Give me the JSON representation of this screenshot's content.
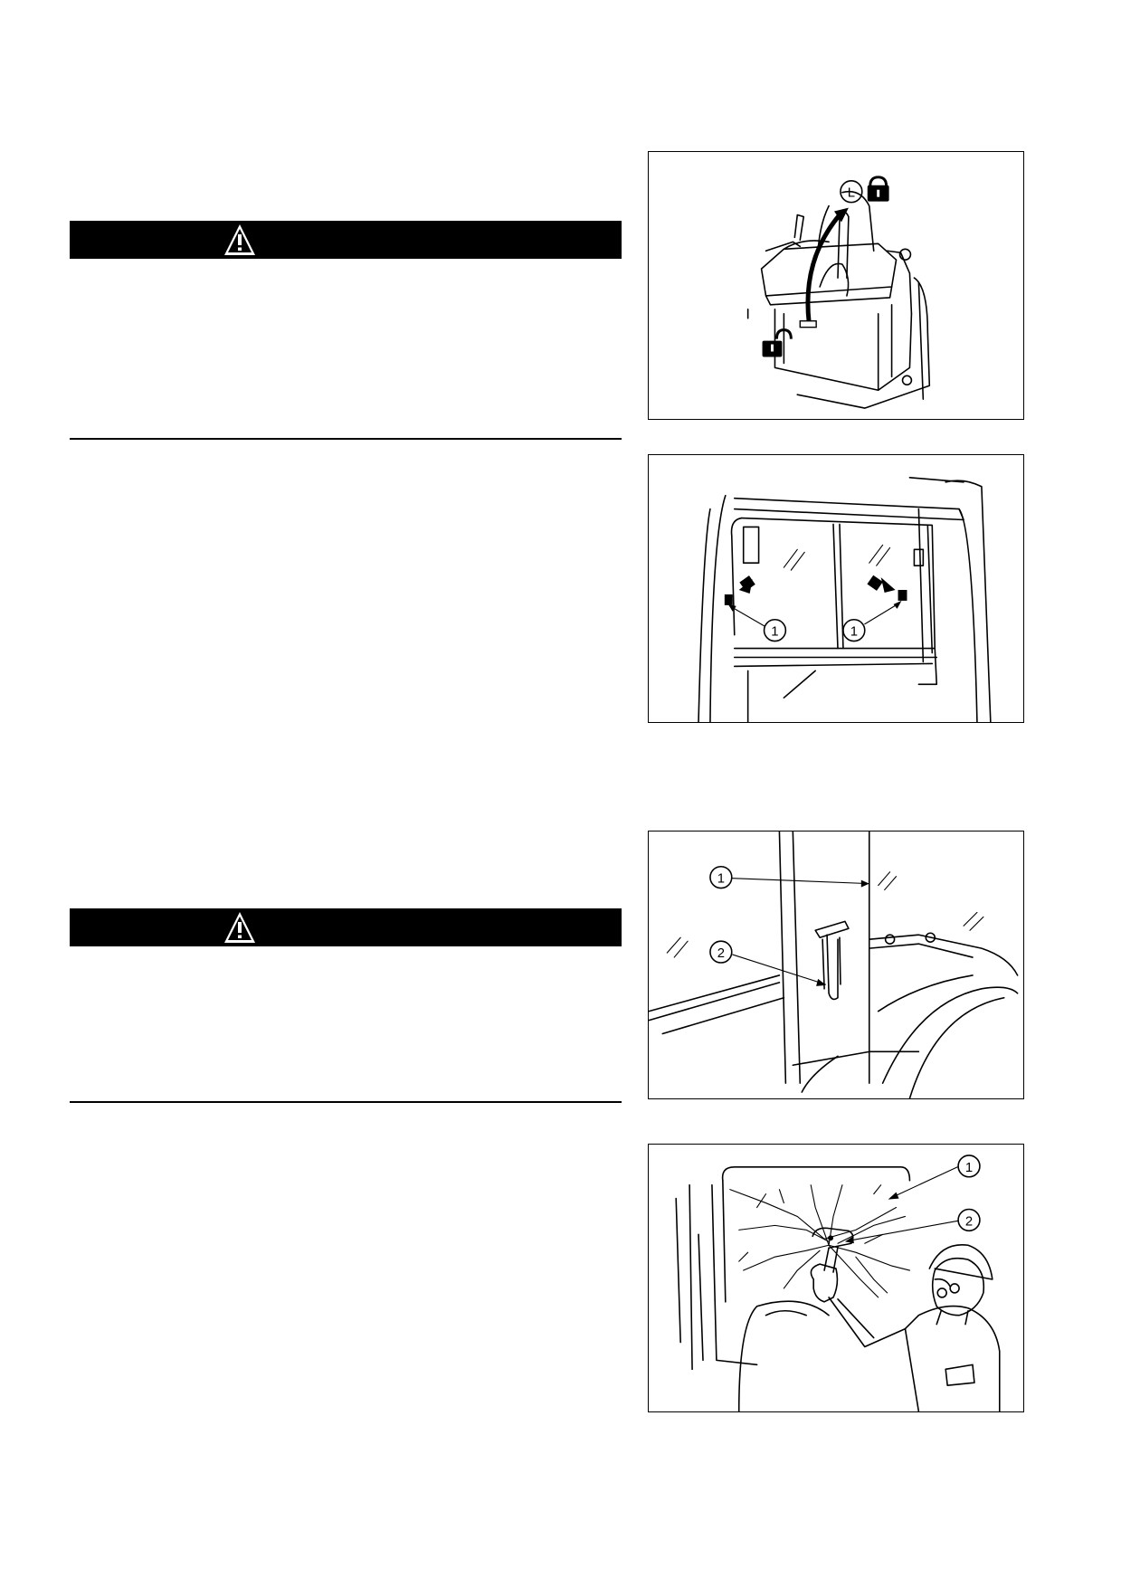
{
  "figures": {
    "fig1": {
      "lock_letter": "L"
    },
    "fig2": {
      "callout_left": "1",
      "callout_right": "1"
    },
    "fig3": {
      "callout_1": "1",
      "callout_2": "2"
    },
    "fig4": {
      "callout_1": "1",
      "callout_2": "2"
    }
  }
}
